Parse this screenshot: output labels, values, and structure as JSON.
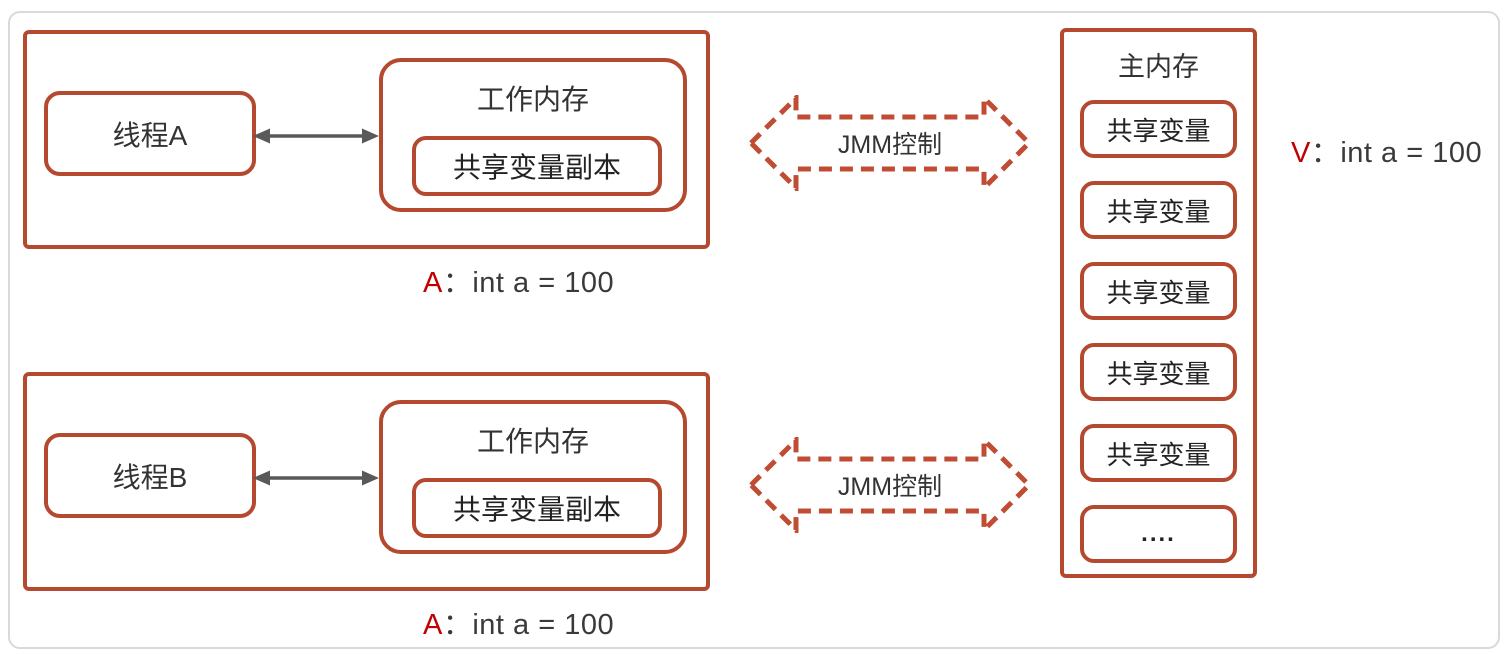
{
  "colors": {
    "box_border": "#b5492f",
    "accent_red": "#c00000",
    "text_dark": "#3a3a3a",
    "arrow_gray": "#595959",
    "dashed_arrow": "#bf4c33",
    "frame_gray": "#d9d9d9"
  },
  "thread_a": {
    "thread_label": "线程A",
    "working_memory_title": "工作内存",
    "shared_copy_label": "共享变量副本",
    "annotation_prefix": "A",
    "annotation_text": "：int a = 100"
  },
  "thread_b": {
    "thread_label": "线程B",
    "working_memory_title": "工作内存",
    "shared_copy_label": "共享变量副本",
    "annotation_prefix": "A",
    "annotation_text": "：int a = 100"
  },
  "jmm": {
    "label": "JMM控制"
  },
  "main_memory": {
    "title": "主内存",
    "slots": [
      "共享变量",
      "共享变量",
      "共享变量",
      "共享变量",
      "共享变量",
      "...."
    ],
    "annotation_prefix": "V",
    "annotation_text": "：int a = 100"
  }
}
